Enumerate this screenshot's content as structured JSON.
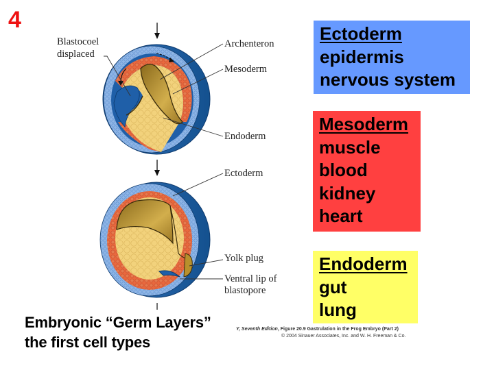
{
  "slide_number": "4",
  "figure": {
    "top_embryo_labels": {
      "blastocoel_line1": "Blastocoel",
      "blastocoel_line2": "displaced",
      "archenteron": "Archenteron",
      "mesoderm": "Mesoderm",
      "endoderm": "Endoderm"
    },
    "bottom_embryo_labels": {
      "ectoderm": "Ectoderm",
      "yolk_plug": "Yolk plug",
      "ventral_lip_line1": "Ventral lip of",
      "ventral_lip_line2": "blastopore"
    },
    "colors": {
      "outer_blue": "#1f5fa8",
      "ectoderm_cells": "#8fb6e6",
      "mesoderm_cells": "#e8693e",
      "endoderm_yolk": "#f2d27c",
      "archenteron": "#b8902c"
    },
    "credit_line1_italic_prefix": "Y, Seventh Edition",
    "credit_line1_rest": ", Figure 20.9 Gastrulation in the Frog Embryo (Part 2)",
    "credit_line2": "© 2004 Sinauer Associates, Inc. and W. H. Freeman & Co."
  },
  "germ_layers": [
    {
      "name": "Ectoderm",
      "color": "#6699ff",
      "derivatives": [
        "epidermis",
        "nervous system"
      ]
    },
    {
      "name": "Mesoderm",
      "color": "#ff4040",
      "derivatives": [
        "muscle",
        "blood",
        "kidney",
        "heart"
      ]
    },
    {
      "name": "Endoderm",
      "color": "#ffff66",
      "derivatives": [
        "gut",
        "lung"
      ]
    }
  ],
  "caption": {
    "line1": "Embryonic “Germ Layers”",
    "line2": "the first cell types"
  }
}
